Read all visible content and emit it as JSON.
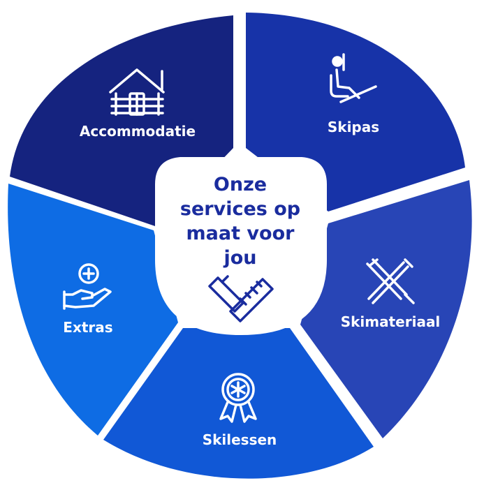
{
  "center": {
    "title_lines": [
      "Onze",
      "services op",
      "maat voor",
      "jou"
    ],
    "icon": "ruler-pencil-icon"
  },
  "segments": [
    {
      "label": "Accommodatie",
      "icon": "cabin-icon",
      "color": "#15237f"
    },
    {
      "label": "Skipas",
      "icon": "ski-lift-icon",
      "color": "#1733a8"
    },
    {
      "label": "Skimateriaal",
      "icon": "skis-icon",
      "color": "#2845b6"
    },
    {
      "label": "Skilessen",
      "icon": "snowflake-medal-icon",
      "color": "#1158d6"
    },
    {
      "label": "Extras",
      "icon": "hand-plus-icon",
      "color": "#0e6ce4"
    }
  ],
  "colors": {
    "center_text": "#1a2c9e",
    "center_bg": "#ffffff"
  }
}
